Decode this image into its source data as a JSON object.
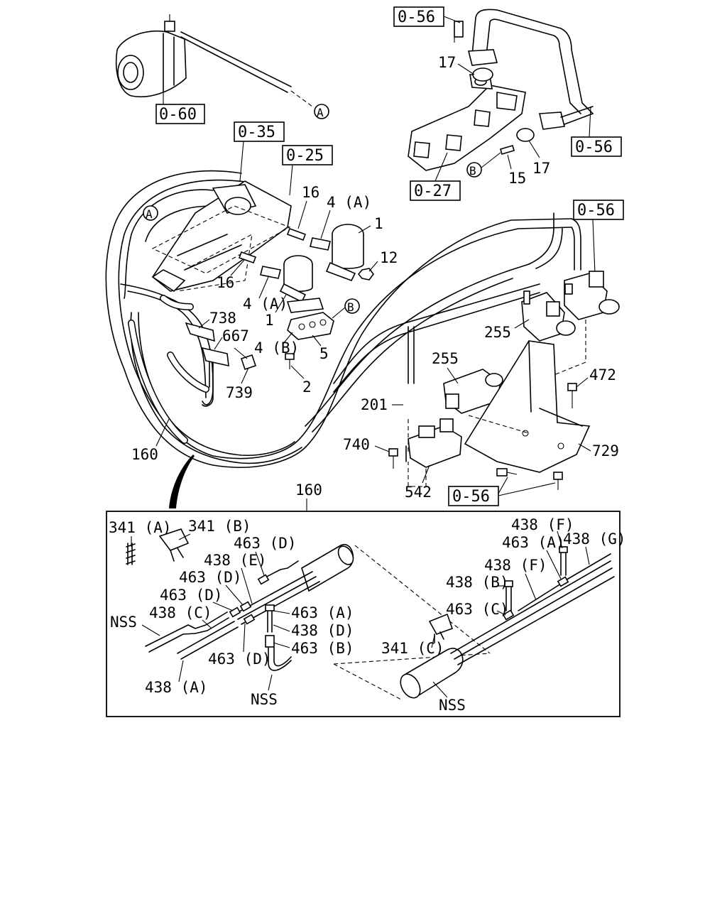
{
  "refs": {
    "r056a": "0-56",
    "r060": "0-60",
    "r035": "0-35",
    "r025": "0-25",
    "r056b": "0-56",
    "r027": "0-27",
    "r056c": "0-56",
    "r056d": "0-56"
  },
  "circles": {
    "a_top": "A",
    "a_left": "A",
    "b_mani": "B",
    "b_mid": "B"
  },
  "labels": {
    "l17a": "17",
    "l17b": "17",
    "l15": "15",
    "l16a": "16",
    "l16b": "16",
    "l4a_top": "4 (A)",
    "l1_top": "1",
    "l12": "12",
    "l4a_mid": "4 (A)",
    "l1_mid": "1",
    "l738": "738",
    "l667": "667",
    "l4b": "4 (B)",
    "l5": "5",
    "l739": "739",
    "l2": "2",
    "l255a": "255",
    "l255b": "255",
    "l472": "472",
    "l201": "201",
    "l740": "740",
    "l729": "729",
    "l542": "542",
    "l160a": "160",
    "l160b": "160"
  },
  "detail": {
    "l341a": "341 (A)",
    "l341b": "341 (B)",
    "l463d_1": "463 (D)",
    "l438e": "438 (E)",
    "l463d_2": "463 (D)",
    "l463d_3": "463 (D)",
    "l438c": "438 (C)",
    "lnss_1": "NSS",
    "l463a_1": "463 (A)",
    "l438d": "438 (D)",
    "l463b": "463 (B)",
    "l463d_4": "463 (D)",
    "l438a": "438 (A)",
    "lnss_2": "NSS",
    "l438f_1": "438 (F)",
    "l463a_2": "463 (A)",
    "l438g": "438 (G)",
    "l438f_2": "438 (F)",
    "l438b": "438 (B)",
    "l463c": "463 (C)",
    "l341c": "341 (C)",
    "lnss_3": "NSS"
  }
}
